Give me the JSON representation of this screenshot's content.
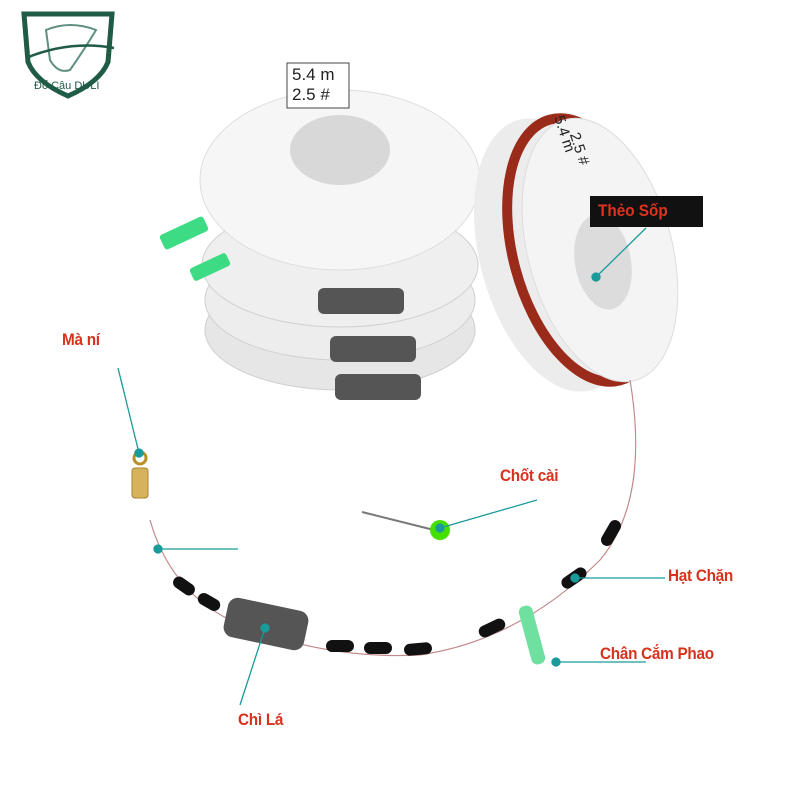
{
  "brand": {
    "name": "Đổ Câu DULI",
    "logo_icon": "fish-shield-logo",
    "color": "#1f5b45"
  },
  "spool_labels": {
    "front_line1": "5.4 m",
    "front_line2": "2.5 #",
    "side_line1": "5.4 m",
    "side_line2": "2.5 #"
  },
  "annotations": [
    {
      "label": "Thẻo Sốp"
    },
    {
      "label": "Mà ní"
    },
    {
      "label": "Chốt cài"
    },
    {
      "label": "Hạt Chặn"
    },
    {
      "label": "Chân Cắm Phao"
    },
    {
      "label": "Chì Lá"
    }
  ],
  "colors": {
    "label_text": "#d6321e",
    "leader_line": "#1a9a9a",
    "tag_background": "#111111"
  }
}
